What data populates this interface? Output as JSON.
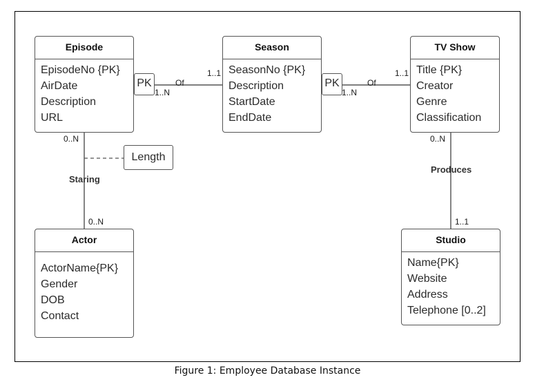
{
  "entities": {
    "episode": {
      "name": "Episode",
      "attrs": [
        "EpisodeNo {PK}",
        "AirDate",
        "Description",
        "URL"
      ]
    },
    "season": {
      "name": "Season",
      "attrs": [
        "SeasonNo {PK}",
        "Description",
        "StartDate",
        "EndDate"
      ]
    },
    "tvshow": {
      "name": "TV Show",
      "attrs": [
        "Title {PK}",
        "Creator",
        "Genre",
        "Classification"
      ]
    },
    "actor": {
      "name": "Actor",
      "attrs": [
        "ActorName{PK}",
        "Gender",
        "DOB",
        "Contact"
      ]
    },
    "studio": {
      "name": "Studio",
      "attrs": [
        "Name{PK}",
        "Website",
        "Address",
        "Telephone [0..2]"
      ]
    }
  },
  "relationships": {
    "episode_season": {
      "name": "Of",
      "qualifier": "PK",
      "near_card": "1..N",
      "far_card": "1..1"
    },
    "season_tvshow": {
      "name": "Of",
      "qualifier": "PK",
      "near_card": "1..N",
      "far_card": "1..1"
    },
    "episode_actor": {
      "name": "Staring",
      "top_card": "0..N",
      "bottom_card": "0..N",
      "attribute": "Length"
    },
    "tvshow_studio": {
      "name": "Produces",
      "top_card": "0..N",
      "bottom_card": "1..1"
    }
  },
  "caption": "Figure 1: Employee Database Instance"
}
